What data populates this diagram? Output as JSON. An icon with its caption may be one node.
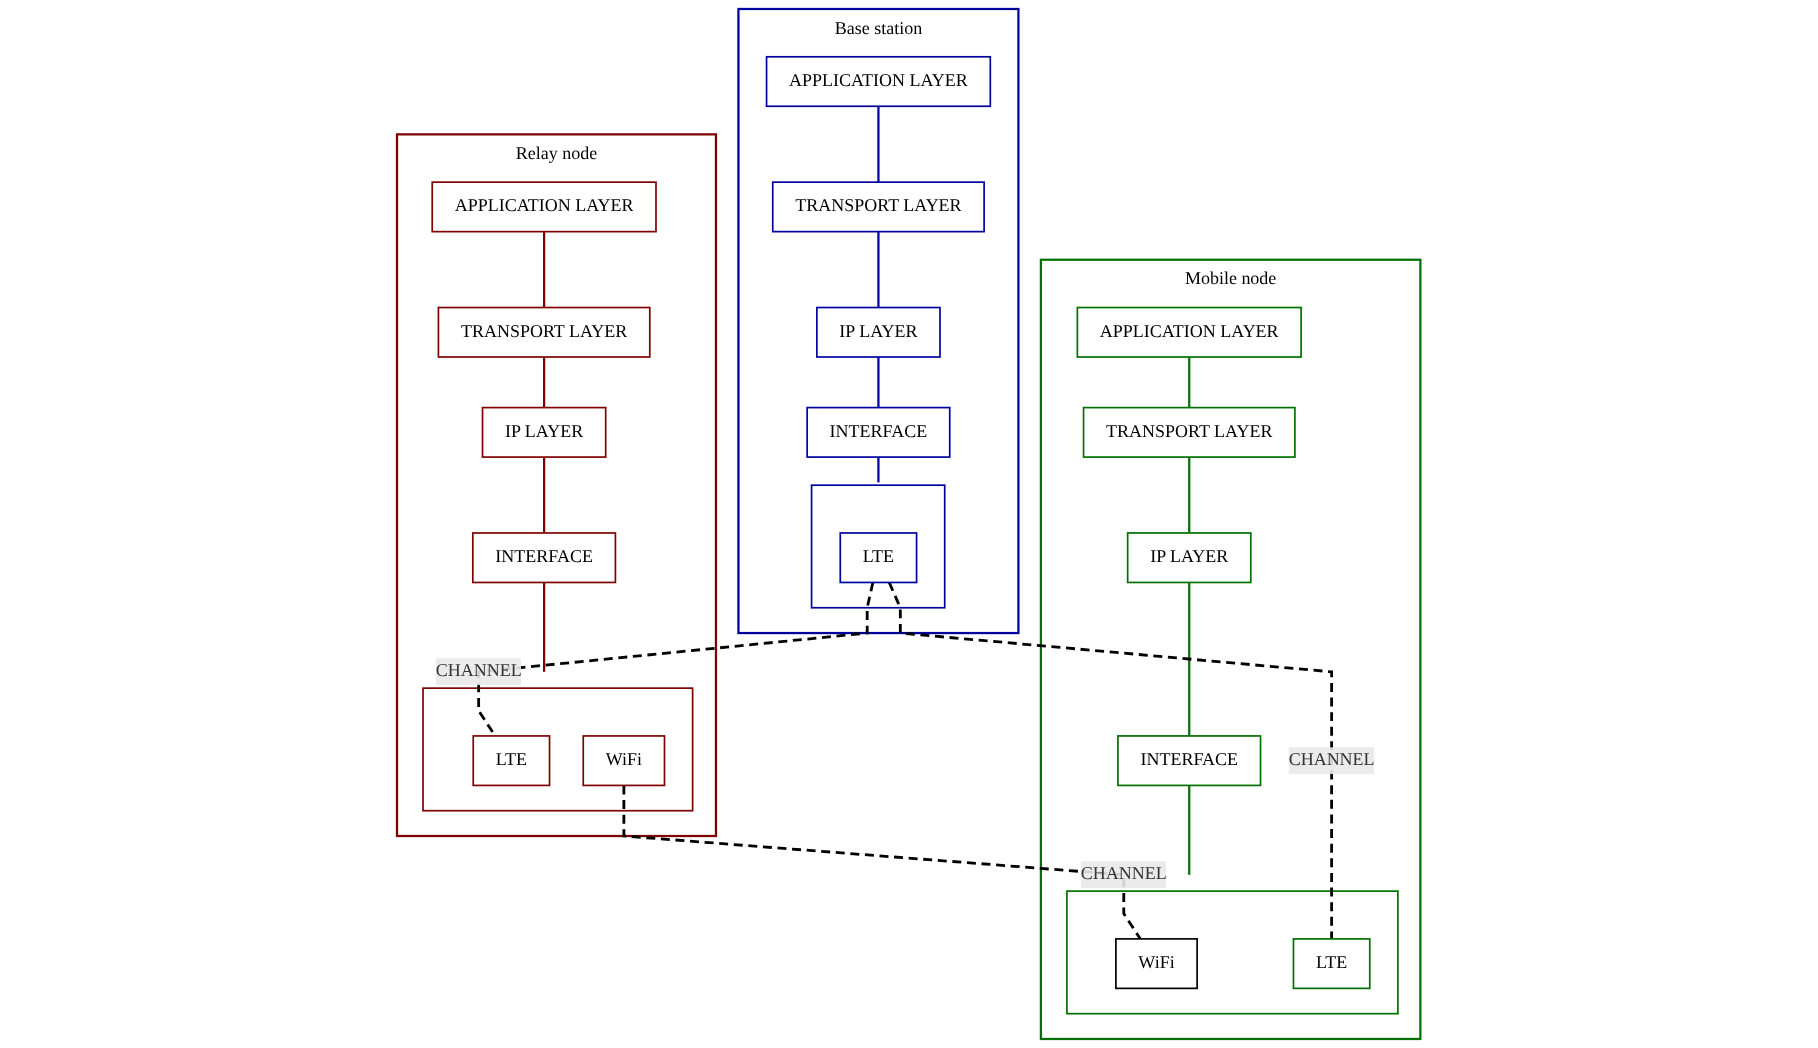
{
  "diagram": {
    "nodes": [
      {
        "text": [
          "Base station"
        ]
      },
      {
        "text": [
          "APPLICATION LAYER"
        ],
        "in": 0
      },
      {
        "text": [
          "TRANSPORT LAYER"
        ],
        "in": 0
      },
      {
        "text": [
          "IP LAYER"
        ],
        "in": 0
      },
      {
        "text": [
          "INTERFACE"
        ],
        "in": 0
      },
      {
        "text": [],
        "shape": "box",
        "in": 0
      },
      {
        "text": [
          "LTE"
        ],
        "in": 5
      },
      {
        "text": [
          "Relay node"
        ]
      },
      {
        "text": [
          "APPLICATION LAYER"
        ],
        "in": 7
      },
      {
        "text": [
          "TRANSPORT LAYER"
        ],
        "in": 7
      },
      {
        "text": [
          "IP LAYER"
        ],
        "in": 7
      },
      {
        "text": [
          "INTERFACE"
        ],
        "in": 7
      },
      {
        "text": [],
        "shape": "box",
        "in": 7
      },
      {
        "text": [
          "LTE"
        ],
        "in": 12
      },
      {
        "text": [
          "WiFi"
        ],
        "in": 12
      },
      {
        "text": [
          "Mobile node"
        ]
      },
      {
        "text": [
          "APPLICATION LAYER"
        ],
        "in": 15
      },
      {
        "text": [
          "TRANSPORT LAYER"
        ],
        "in": 15
      },
      {
        "text": [
          "IP LAYER"
        ],
        "in": 15
      },
      {
        "text": [
          "INTERFACE"
        ],
        "in": 15
      },
      {
        "text": [],
        "shape": "box",
        "in": 15
      },
      {
        "text": [
          "WiFi"
        ],
        "in": 20
      },
      {
        "text": [
          "LTE"
        ],
        "in": 20
      }
    ],
    "edges": [
      {
        "from": 1,
        "to": 2,
        "arrow": "none",
        "color": "#00009f"
      },
      {
        "from": 2,
        "to": 3,
        "arrow": "none",
        "color": "#00009f"
      },
      {
        "from": 3,
        "to": 4,
        "arrow": "none",
        "color": "#00009f"
      },
      {
        "from": 4,
        "to": 5,
        "arrow": "none",
        "color": "#00009f"
      },
      {
        "from": 8,
        "to": 9,
        "arrow": "none",
        "color": "#7f0000"
      },
      {
        "from": 9,
        "to": 10,
        "arrow": "none",
        "color": "#7f0000"
      },
      {
        "from": 10,
        "to": 11,
        "arrow": "none",
        "color": "#7f0000"
      },
      {
        "from": 11,
        "to": 12,
        "arrow": "none",
        "color": "#7f0000"
      },
      {
        "from": 16,
        "to": 17,
        "arrow": "none",
        "color": "#007000"
      },
      {
        "from": 17,
        "to": 18,
        "arrow": "none",
        "color": "#007000"
      },
      {
        "from": 18,
        "to": 19,
        "arrow": "none",
        "color": "#007000"
      },
      {
        "from": 19,
        "to": 20,
        "arrow": "none",
        "color": "#007000"
      },
      {
        "from": 6,
        "to": 13,
        "arrow": "none",
        "label": "CHANNEL",
        "style": "dashed",
        "color": "#000000"
      },
      {
        "from": 14,
        "to": 21,
        "arrow": "none",
        "label": "CHANNEL",
        "style": "dashed",
        "color": "#000000"
      },
      {
        "from": 6,
        "to": 22,
        "arrow": "none",
        "label": "CHANNEL",
        "style": "dashed",
        "color": "#000000"
      }
    ]
  }
}
